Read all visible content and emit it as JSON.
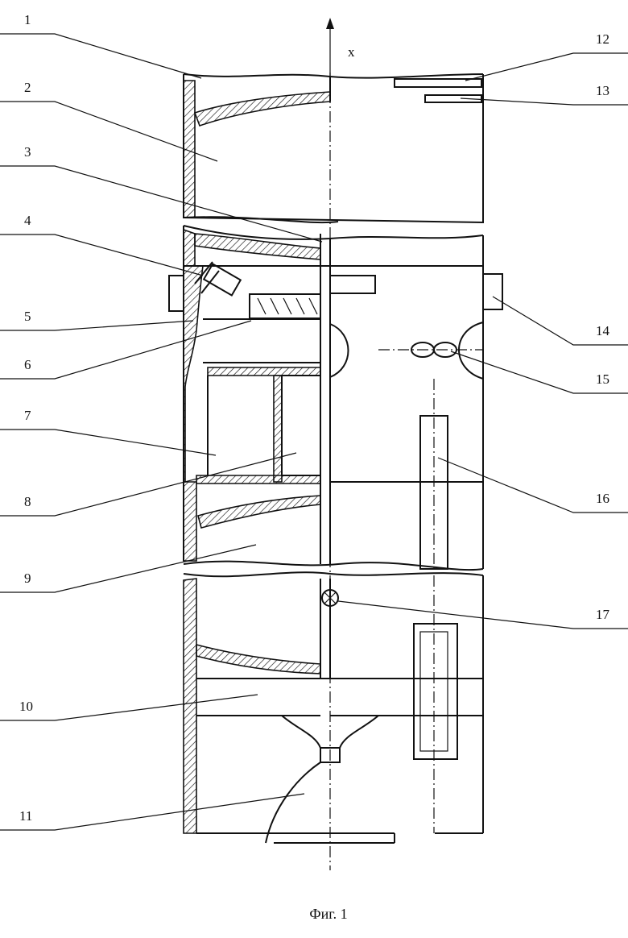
{
  "figure": {
    "axis_label": "x",
    "caption": "Фиг. 1",
    "labels": [
      "1",
      "2",
      "3",
      "4",
      "5",
      "6",
      "7",
      "8",
      "9",
      "10",
      "11",
      "12",
      "13",
      "14",
      "15",
      "16",
      "17"
    ]
  }
}
